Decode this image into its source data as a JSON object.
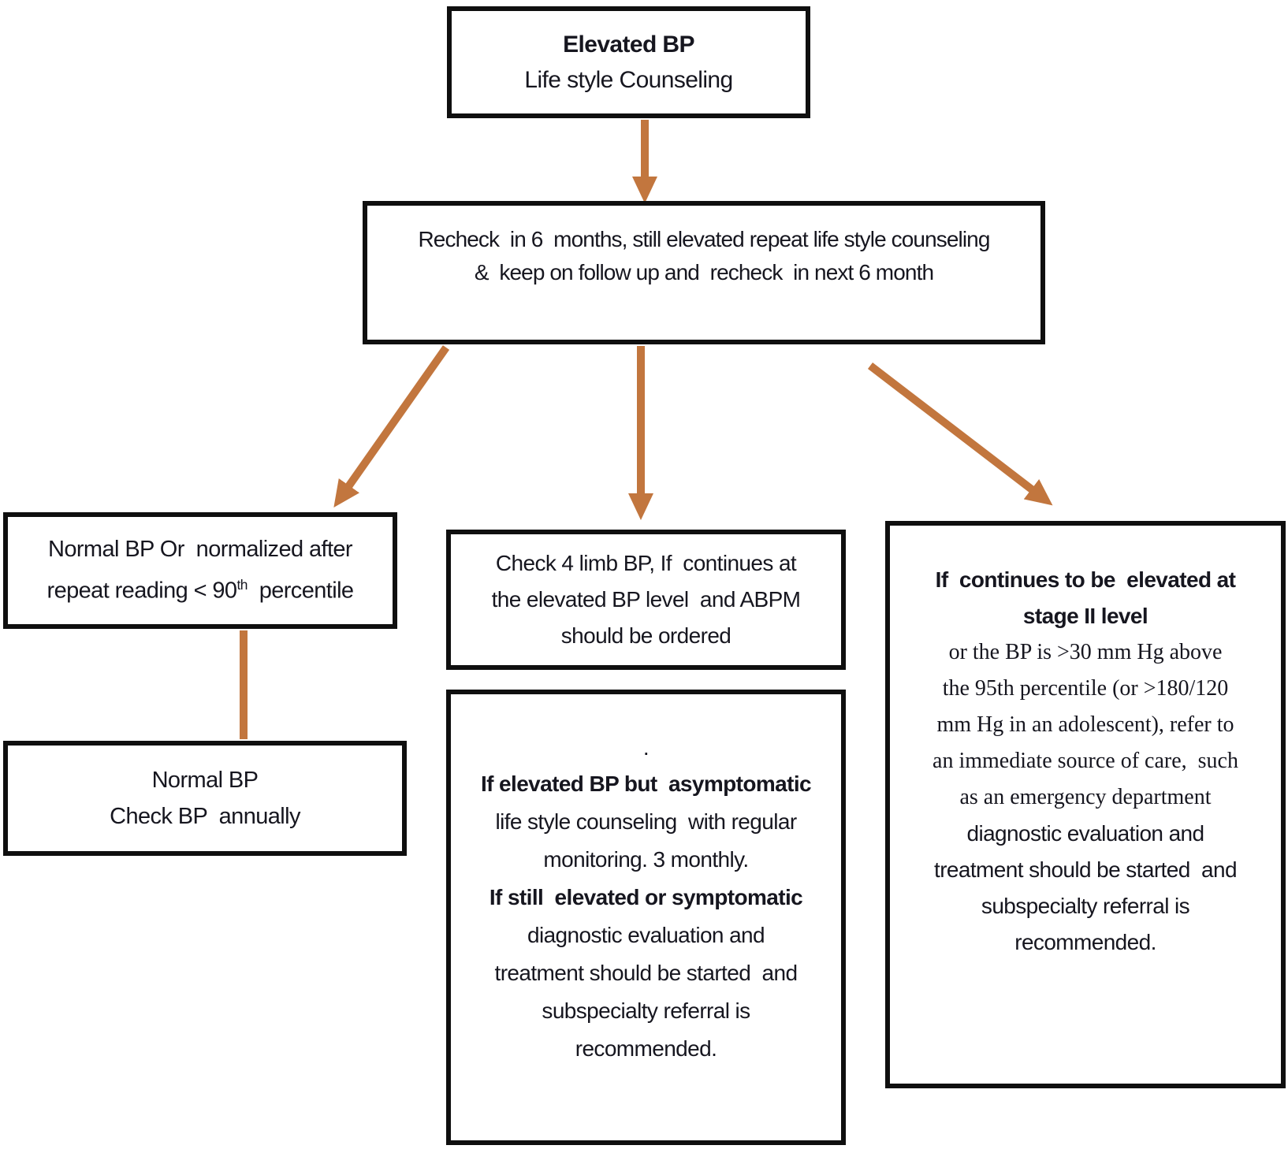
{
  "diagram": {
    "arrow_color": "#c2763e",
    "border_color": "#0f0f0f",
    "boxes": {
      "elevated_bp": {
        "title": "Elevated BP",
        "subtitle": "Life style Counseling"
      },
      "recheck": {
        "line1": "Recheck  in 6  months, still elevated repeat life style counseling",
        "line2": "&  keep on follow up and  recheck  in next 6 month"
      },
      "normal_bp": {
        "line1": "Normal BP Or  normalized after",
        "line2_pre": "repeat reading < 90",
        "line2_sup": "th",
        "line2_post": "  percentile"
      },
      "normal_annual": {
        "line1": "Normal BP",
        "line2": "Check BP  annually"
      },
      "check_4limb": {
        "line1": "Check 4 limb BP, If  continues at",
        "line2": "the elevated BP level  and ABPM",
        "line3": "should be ordered"
      },
      "asymptomatic": {
        "dot": ".",
        "bold1": "If elevated BP but  asymptomatic",
        "line2": "life style counseling  with regular",
        "line3": "monitoring. 3 monthly.",
        "bold2": "If still  elevated or symptomatic",
        "line5": "diagnostic evaluation and",
        "line6": "treatment should be started  and",
        "line7": "subspecialty referral is",
        "line8": "recommended."
      },
      "stage2": {
        "bold1": "If  continues to be  elevated at",
        "bold2": "stage II level",
        "serif1": "or the BP is >30 mm Hg above",
        "serif2": "the 95th percentile (or >180/120",
        "serif3": "mm Hg in an adolescent), refer to",
        "serif4": "an immediate source of care,  such",
        "serif5": "as an emergency department",
        "sans1": "diagnostic evaluation and",
        "sans2": "treatment should be started  and",
        "sans3": "subspecialty referral is",
        "sans4": "recommended."
      }
    }
  }
}
